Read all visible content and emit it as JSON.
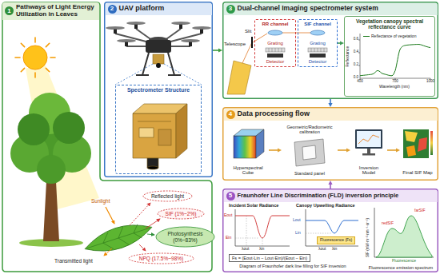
{
  "diagram": {
    "nodes": [
      {
        "text": [
          "1",
          "Pathways of Light Energy Utilization in Leaves"
        ]
      },
      {
        "text": [
          "Reflected light"
        ],
        "in": 0
      },
      {
        "text": [
          "SIF (1%~2%)"
        ],
        "in": 0
      },
      {
        "text": [
          "Photosynthesis (0%~83%)"
        ],
        "in": 0
      },
      {
        "text": [
          "NPQ (17.5%~98%)"
        ],
        "in": 0
      },
      {
        "text": [
          "2",
          "UAV platform"
        ]
      },
      {
        "text": [
          "Spectrometer Structure"
        ],
        "in": 5
      },
      {
        "text": [
          "3",
          "Dual-channel Imaging spectrometer system"
        ]
      },
      {
        "text": [
          "RR channel",
          "Grating",
          "Detector"
        ],
        "in": 7
      },
      {
        "text": [
          "SIF channel",
          "Grating",
          "Detector"
        ],
        "in": 7
      },
      {
        "text": [
          "Vegetation canopy spectral reflectance curve"
        ],
        "in": 7
      },
      {
        "text": [
          "4",
          "Data processing flow"
        ]
      },
      {
        "text": [
          "Hyperspectral Cube"
        ],
        "in": 11
      },
      {
        "text": [
          "Geometric/Radiometric calibration",
          "Standard panel"
        ],
        "in": 11
      },
      {
        "text": [
          "Inversion Model"
        ],
        "in": 11
      },
      {
        "text": [
          "Final SIF Map"
        ],
        "in": 11
      },
      {
        "text": [
          "5",
          "Fraunhofer Line Discrimination (FLD) inversion principle"
        ]
      },
      {
        "text": [
          "Fluorescence (Fs)"
        ],
        "in": 16
      },
      {
        "text": [
          "Fs = (Eout·Lin − Lout·Ein)/(Eout − Ein)"
        ],
        "in": 16
      }
    ],
    "edges": [
      {
        "from": 5,
        "to": 7,
        "arrow": "to"
      },
      {
        "from": 7,
        "to": 11,
        "arrow": "to"
      },
      {
        "from": 16,
        "to": 11,
        "arrow": "to"
      },
      {
        "from": 9,
        "to": 10,
        "arrow": "to"
      },
      {
        "from": 12,
        "to": 13,
        "arrow": "to"
      },
      {
        "from": 13,
        "to": 14,
        "arrow": "to"
      },
      {
        "from": 14,
        "to": 15,
        "arrow": "to"
      }
    ],
    "labels": [
      "Sunlight",
      "Transmitted light",
      "Telescope",
      "Slit",
      "Reflectance",
      "0.6",
      "0.4",
      "0.2",
      "0.0",
      "400",
      "700",
      "1000",
      "Wavelength (nm)",
      "Incident Solar Radiance",
      "Eout",
      "Ein",
      "λout",
      "λin",
      "Canopy Upwelling Radiance",
      "Lout",
      "Lin",
      "λout",
      "λin",
      "Diagram of Fraunhofer dark line filling for SIF inversion",
      "SIF (mW·m⁻²·nm⁻¹·sr⁻¹)",
      "redSIF",
      "farSIF",
      "Fluorescence",
      "Fluorescence emission spectrum"
    ],
    "legend": [
      {
        "text": "Reflectance of vegetation"
      }
    ]
  }
}
